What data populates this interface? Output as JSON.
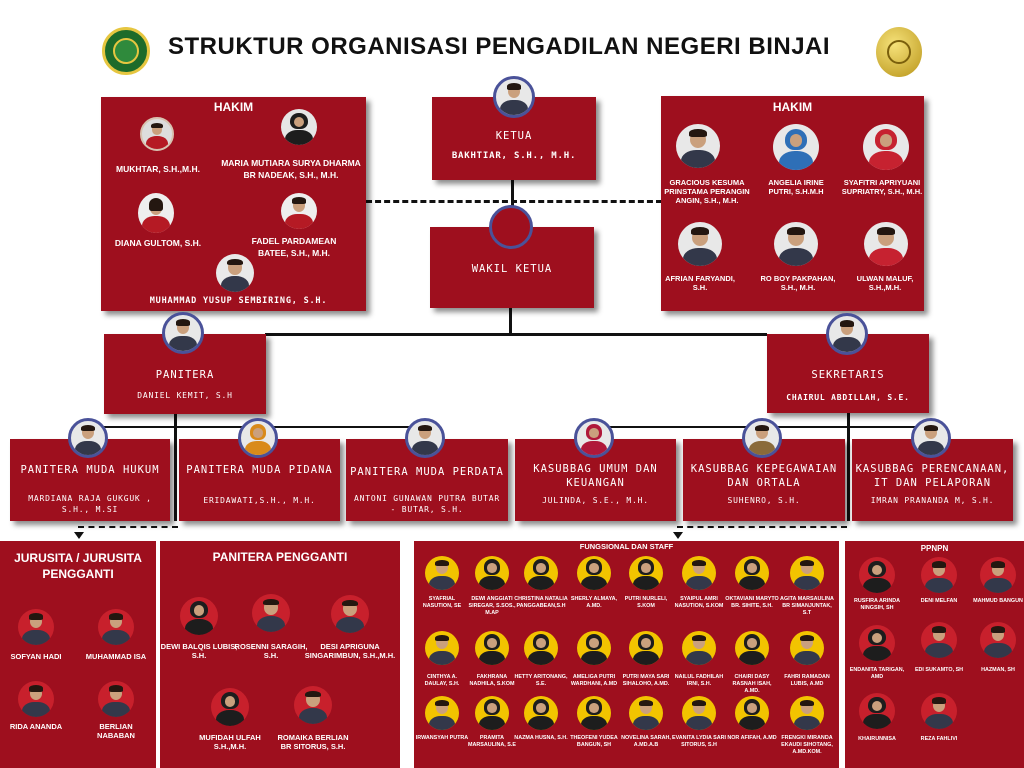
{
  "title": "STRUKTUR ORGANISASI PENGADILAN NEGERI BINJAI",
  "hakim_left": {
    "heading": "HAKIM",
    "members": [
      "MUKHTAR, S.H.,M.H.",
      "MARIA MUTIARA SURYA DHARMA BR NADEAK, S.H., M.H.",
      "DIANA GULTOM, S.H.",
      "FADEL PARDAMEAN BATEE, S.H., M.H.",
      "MUHAMMAD YUSUP SEMBIRING, S.H."
    ]
  },
  "ketua": {
    "title": "KETUA",
    "name": "BAKHTIAR, S.H., M.H."
  },
  "wakil": {
    "title": "WAKIL KETUA"
  },
  "hakim_right": {
    "heading": "HAKIM",
    "members": [
      "GRACIOUS KESUMA PRINSTAMA PERANGIN ANGIN, S.H., M.H.",
      "ANGELIA IRINE PUTRI, S.H.M.H",
      "SYAFITRI APRIYUANI SUPRIATRY, S.H., M.H.",
      "AFRIAN FARYANDI, S.H.",
      "RO BOY PAKPAHAN, S.H., M.H.",
      "ULWAN MALUF, S.H.,M.H."
    ]
  },
  "panitera": {
    "title": "PANITERA",
    "name": "DANIEL KEMIT, S.H"
  },
  "sekretaris": {
    "title": "SEKRETARIS",
    "name": "CHAIRUL ABDILLAH, S.E."
  },
  "units": [
    {
      "title": "PANITERA MUDA HUKUM",
      "name": "MARDIANA RAJA GUKGUK , S.H., M.SI"
    },
    {
      "title": "PANITERA MUDA PIDANA",
      "name": "ERIDAWATI,S.H., M.H."
    },
    {
      "title": "PANITERA MUDA PERDATA",
      "name": "ANTONI GUNAWAN PUTRA BUTAR - BUTAR, S.H."
    },
    {
      "title": "KASUBBAG UMUM DAN KEUANGAN",
      "name": "JULINDA, S.E., M.H."
    },
    {
      "title": "KASUBBAG KEPEGAWAIAN DAN ORTALA",
      "name": "SUHENRO, S.H."
    },
    {
      "title": "KASUBBAG PERENCANAAN, IT DAN PELAPORAN",
      "name": "IMRAN PRANANDA M, S.H."
    }
  ],
  "jurusita": {
    "heading": "JURUSITA / JURUSITA PENGGANTI",
    "members": [
      "SOFYAN HADI",
      "MUHAMMAD ISA",
      "RIDA ANANDA",
      "BERLIAN NABABAN"
    ]
  },
  "panitera_pengganti": {
    "heading": "PANITERA PENGGANTI",
    "members": [
      "DEWI BALQIS LUBIS, S.H.",
      "ROSENNI SARAGIH, S.H.",
      "DESI APRIGUNA SINGARIMBUN, S.H.,M.H.",
      "MUFIDAH ULFAH S.H.,M.H.",
      "ROMAIKA BERLIAN BR SITORUS, S.H."
    ]
  },
  "fungsional": {
    "heading": "FUNGSIONAL DAN STAFF",
    "members": [
      "SYAFRIAL NASUTION, SE",
      "DEWI ANGGIATI SIREGAR, S.SOS., M.AP",
      "CHRISTINA NATALIA PANGGABEAN,S.H",
      "SHERLY ALMAYA, A.MD.",
      "PUTRI NURLELI, S.KOM",
      "SYAIPUL AMRI NASUTION, S.KOM",
      "OKTAVIANI MARYTO BR. SIHITE, S.H.",
      "AGITA MARSAULINA BR SIMANJUNTAK, S.T",
      "CINTHYA A. DAULAY, S.H.",
      "FAKHRANA NADHILA, S.KOM",
      "HETTY ARITONANG, S.E.",
      "AMELIGA PUTRI WARDHANI, A.MD",
      "PUTRI MAYA SARI SIHALOHO, A.MD.",
      "NAILUL FADHILAH IRNI, S.H.",
      "CHAIRI DASY RASNAH ISAH, A.MD.",
      "FAHRI RAMADAN LUBIS, A.MD",
      "IRWANSYAH PUTRA",
      "PRAMITA MARSAULINA, S.E",
      "NAZMA HUSNA, S.H.",
      "THEOFENI YUDEA BANGUN, SH",
      "NOVELINA SARAH, A.MD.A.B",
      "EVANITA LYDIA SARI SITORUS, S.H",
      "NOR AFIFAH, A.MD",
      "FRENGKI MIRANDA EKAUDI SIHOTANG, A.MD.KOM."
    ]
  },
  "ppnpn": {
    "heading": "PPNPN",
    "members": [
      "RUSFIRA ARINDA NINGSIH, SH",
      "DENI MELFAN",
      "MAHMUD BANGUN",
      "ENDANITA TARIGAN, AMD",
      "EDI SUKAMTO, SH",
      "HAZMAN, SH",
      "KHAIRUNNISA",
      "REZA FAHLIVI"
    ]
  },
  "colors": {
    "box": "#9e0f1e",
    "gold": "#f2c400",
    "ring": "#4a5299",
    "logo_green": "#1d6b2a"
  },
  "icons": [
    "mahkamah-agung-logo",
    "court-emblem-gold"
  ]
}
